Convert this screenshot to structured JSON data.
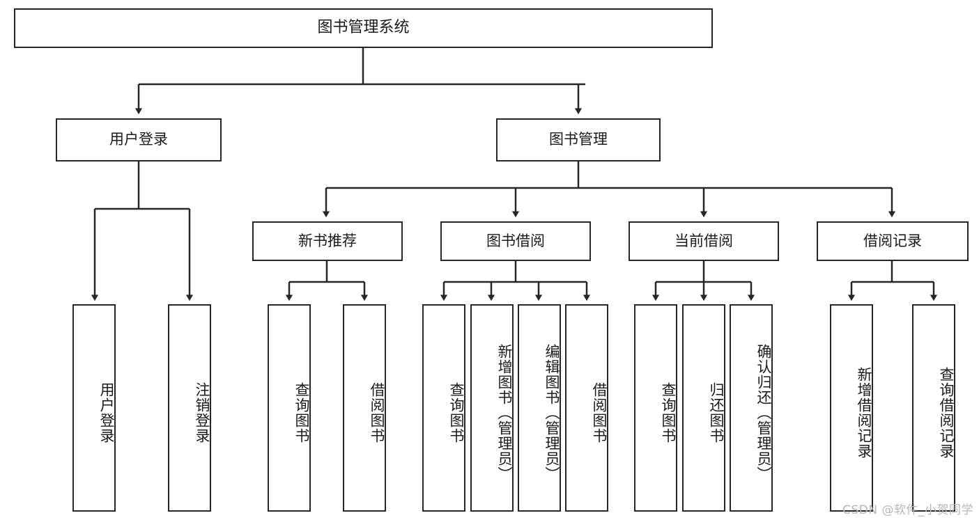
{
  "diagram": {
    "title": "图书管理系统",
    "watermark": "CSDN @软件_小贺同学",
    "colors": {
      "box_border": "#262626",
      "box_fill": "#ffffff",
      "connector": "#262626",
      "text": "#1a1a1a",
      "watermark": "#b7b7b7",
      "background": "#ffffff"
    },
    "root": {
      "label": "图书管理系统"
    },
    "level2": [
      {
        "label": "用户登录"
      },
      {
        "label": "图书管理"
      }
    ],
    "level3": [
      {
        "label": "新书推荐"
      },
      {
        "label": "图书借阅"
      },
      {
        "label": "当前借阅"
      },
      {
        "label": "借阅记录"
      }
    ],
    "leaves": {
      "user_login": [
        {
          "label": "用户登录"
        },
        {
          "label": "注销登录"
        }
      ],
      "new_book_recommend": [
        {
          "label": "查询图书"
        },
        {
          "label": "借阅图书"
        }
      ],
      "book_borrow": [
        {
          "label": "查询图书"
        },
        {
          "label": "新增图书（管理员）"
        },
        {
          "label": "编辑图书（管理员）"
        },
        {
          "label": "借阅图书"
        }
      ],
      "current_borrow": [
        {
          "label": "查询图书"
        },
        {
          "label": "归还图书"
        },
        {
          "label": "确认归还（管理员）"
        }
      ],
      "borrow_record": [
        {
          "label": "新增借阅记录"
        },
        {
          "label": "查询借阅记录"
        }
      ]
    }
  }
}
